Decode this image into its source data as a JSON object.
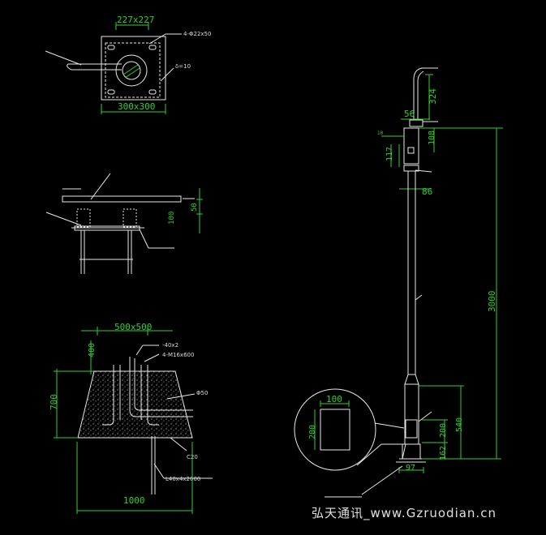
{
  "base_plan": {
    "dim_top": "227x227",
    "dim_bottom": "300x300",
    "bolt_note": "4-Φ22x50",
    "side_note": "δ=10",
    "left_label": "",
    "title": ""
  },
  "section": {
    "dim_50": "50",
    "dim_100": "100",
    "label_top": "",
    "label_left": "",
    "label_right": ""
  },
  "foundation": {
    "dim_top": "500x500",
    "dim_400": "400",
    "dim_700": "700",
    "dim_1000": "1000",
    "note_steel": "-40x2",
    "note_bolts": "4-M16x600",
    "note_conduit": "Φ50",
    "note_concrete": "C20",
    "note_ground": "L40x4x2000"
  },
  "pole": {
    "dim_56": "56",
    "dim_324": "324",
    "dim_108": "108",
    "dim_117": "117",
    "dim_10": "10",
    "dim_86": "86",
    "dim_3000": "3000",
    "dim_540": "540",
    "dim_200": "200",
    "dim_162": "162",
    "dim_97": "97",
    "note_top": "",
    "note_mid": "",
    "note_small": "",
    "note_door": ""
  },
  "door_detail": {
    "dim_100": "100",
    "dim_200": "200",
    "label": "",
    "bottom_label": ""
  },
  "watermark": "弘天通讯_www.Gzruodian.cn"
}
